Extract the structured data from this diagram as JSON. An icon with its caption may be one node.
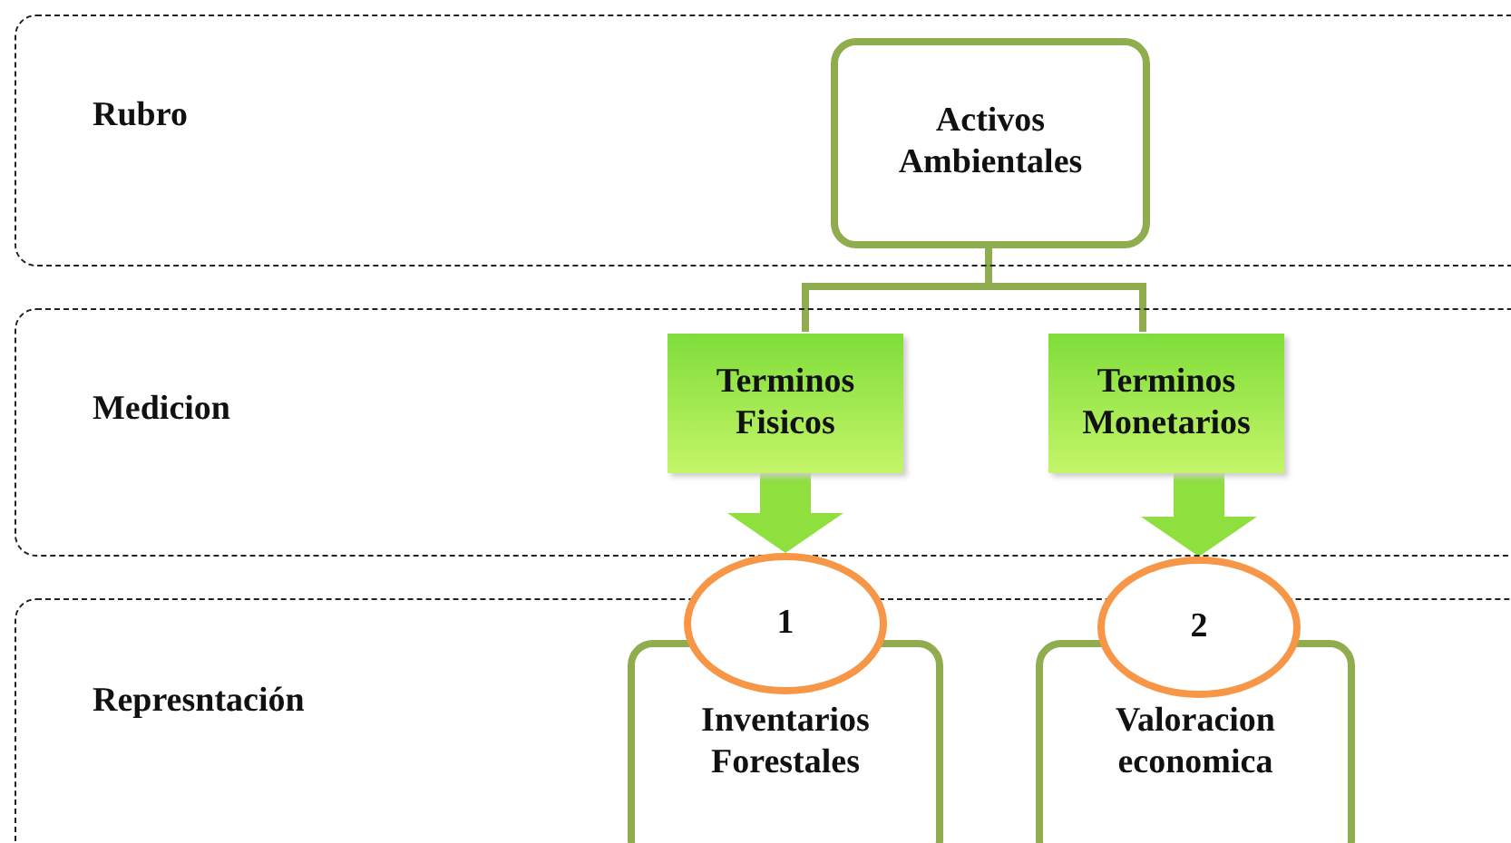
{
  "diagram": {
    "nodes": [
      {
        "text": [
          "Rubro"
        ]
      },
      {
        "text": [
          "Activos Ambientales"
        ],
        "in": 0
      },
      {
        "text": [
          "Medicion"
        ]
      },
      {
        "text": [
          "Terminos Fisicos"
        ],
        "in": 2
      },
      {
        "text": [
          "Terminos Monetarios"
        ],
        "in": 2
      },
      {
        "text": [
          "Represntación"
        ]
      },
      {
        "text": [
          "1"
        ]
      },
      {
        "text": [
          "2"
        ]
      },
      {
        "text": [
          "Inventarios Forestales"
        ],
        "in": 5
      },
      {
        "text": [
          "Valoracion economica"
        ],
        "in": 5
      }
    ],
    "edges": [
      {
        "from": 1,
        "to": 3,
        "arrow": "none"
      },
      {
        "from": 1,
        "to": 4,
        "arrow": "none"
      },
      {
        "from": 3,
        "to": 6,
        "arrow": "to",
        "style": "thick",
        "color": "#8fe03e"
      },
      {
        "from": 4,
        "to": 7,
        "arrow": "to",
        "style": "thick",
        "color": "#8fe03e"
      }
    ]
  }
}
